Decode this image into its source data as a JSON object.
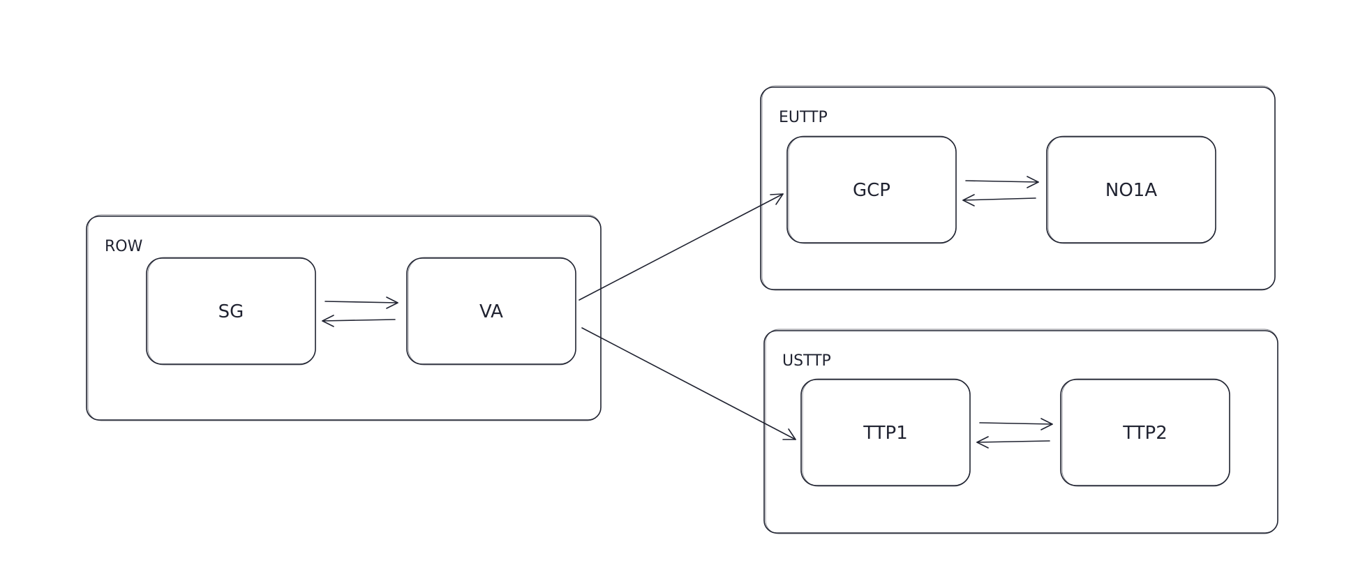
{
  "diagram": {
    "groups": [
      {
        "id": "row",
        "label": "ROW"
      },
      {
        "id": "euttp",
        "label": "EUTTP"
      },
      {
        "id": "usttp",
        "label": "USTTP"
      }
    ],
    "nodes": [
      {
        "id": "sg",
        "label": "SG",
        "group": "row"
      },
      {
        "id": "va",
        "label": "VA",
        "group": "row"
      },
      {
        "id": "gcp",
        "label": "GCP",
        "group": "euttp"
      },
      {
        "id": "no1a",
        "label": "NO1A",
        "group": "euttp"
      },
      {
        "id": "ttp1",
        "label": "TTP1",
        "group": "usttp"
      },
      {
        "id": "ttp2",
        "label": "TTP2",
        "group": "usttp"
      }
    ],
    "edges": [
      {
        "from": "sg",
        "to": "va"
      },
      {
        "from": "va",
        "to": "sg"
      },
      {
        "from": "gcp",
        "to": "no1a"
      },
      {
        "from": "no1a",
        "to": "gcp"
      },
      {
        "from": "ttp1",
        "to": "ttp2"
      },
      {
        "from": "ttp2",
        "to": "ttp1"
      },
      {
        "from": "va",
        "to": "gcp"
      },
      {
        "from": "va",
        "to": "ttp1"
      }
    ]
  }
}
